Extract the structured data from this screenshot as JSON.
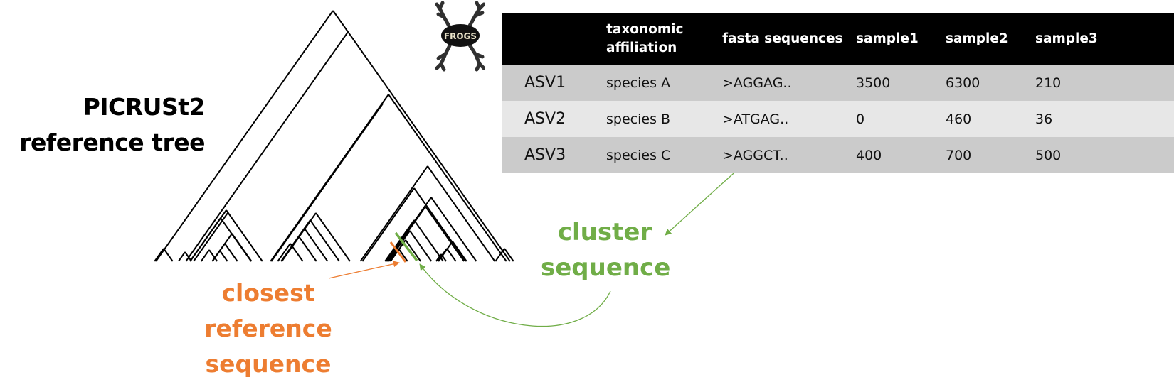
{
  "tree": {
    "title_line1": "PICRUSt2",
    "title_line2": "reference tree"
  },
  "logo": {
    "text": "FROGS",
    "icon": "frog-icon"
  },
  "table": {
    "headers": [
      "",
      "taxonomic affiliation",
      "fasta sequences",
      "sample1",
      "sample2",
      "sample3"
    ],
    "header_lines": {
      "taxonomic_1": "taxonomic",
      "taxonomic_2": "affiliation"
    },
    "rows": [
      {
        "id": "ASV1",
        "taxonomy": "species A",
        "fasta": ">AGGAG..",
        "sample1": "3500",
        "sample2": "6300",
        "sample3": "210"
      },
      {
        "id": "ASV2",
        "taxonomy": "species B",
        "fasta": ">ATGAG..",
        "sample1": "0",
        "sample2": "460",
        "sample3": "36"
      },
      {
        "id": "ASV3",
        "taxonomy": "species C",
        "fasta": ">AGGCT..",
        "sample1": "400",
        "sample2": "700",
        "sample3": "500"
      }
    ]
  },
  "annotations": {
    "cluster_line1": "cluster",
    "cluster_line2": "sequence",
    "closest_line1": "closest reference",
    "closest_line2": "sequence"
  },
  "colors": {
    "cluster_green": "#70ad47",
    "reference_orange": "#ed7d31",
    "header_black": "#000000",
    "row_dark": "#cbcbcb",
    "row_light": "#e7e7e7"
  }
}
